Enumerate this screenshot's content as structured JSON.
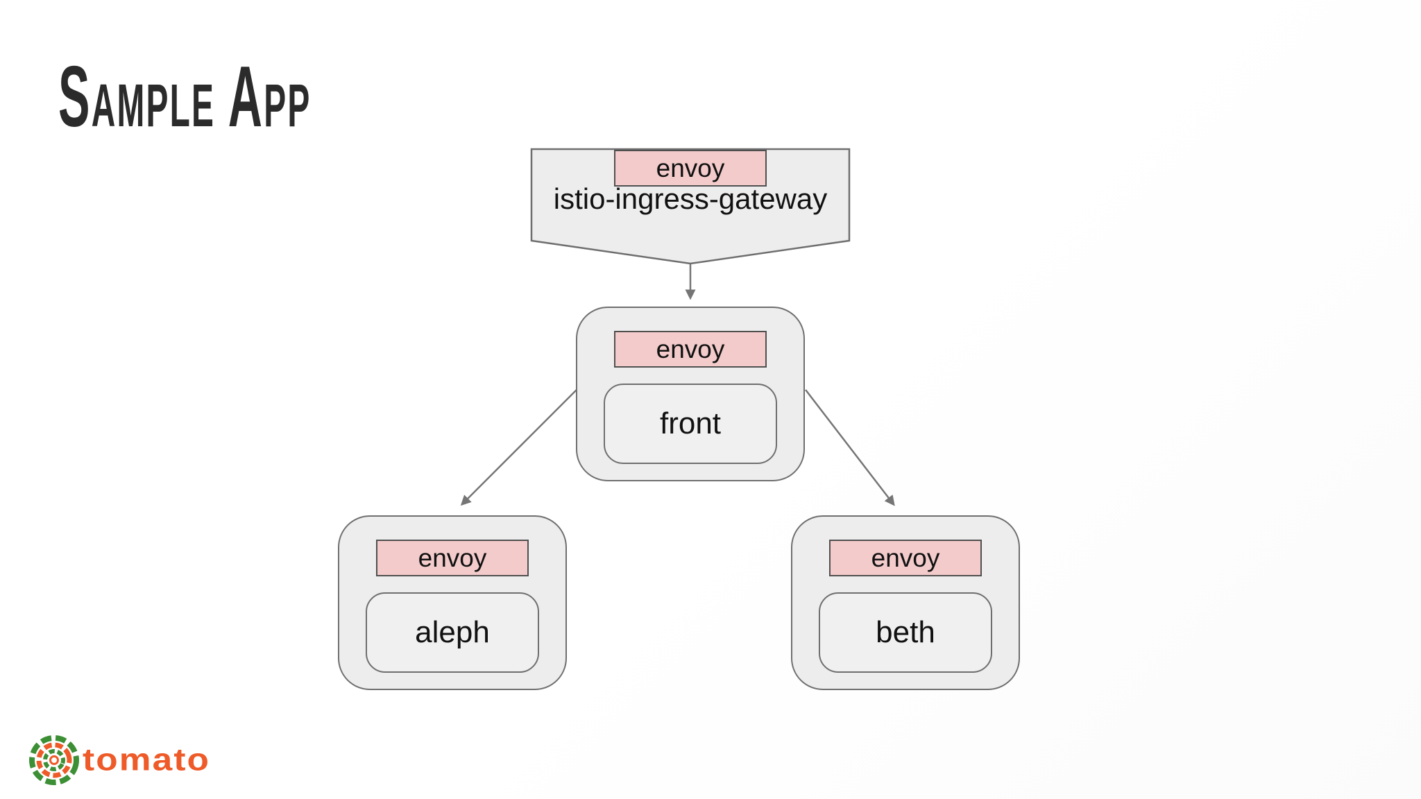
{
  "title": "Sample App",
  "diagram": {
    "gateway": {
      "badge": "envoy",
      "label": "istio-ingress-gateway"
    },
    "nodes": [
      {
        "id": "front",
        "badge": "envoy",
        "label": "front"
      },
      {
        "id": "aleph",
        "badge": "envoy",
        "label": "aleph"
      },
      {
        "id": "beth",
        "badge": "envoy",
        "label": "beth"
      }
    ],
    "edges": [
      "istio-ingress-gateway -> front",
      "front -> aleph",
      "front -> beth"
    ]
  },
  "logo": {
    "text": "tomato"
  },
  "colors": {
    "node_fill": "#ededed",
    "inner_fill": "#f0f0f0",
    "node_border": "#6e6e6e",
    "badge_fill": "#f3cbcb",
    "badge_border": "#4f4f4f",
    "arrow": "#757575",
    "title": "#2b2b2b",
    "logo_green": "#3c8f35",
    "logo_orange": "#ee5a28"
  }
}
